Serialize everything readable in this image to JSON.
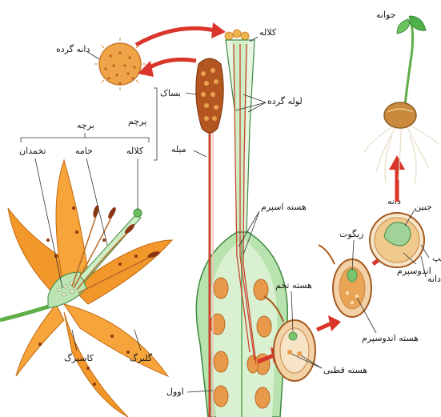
{
  "labels": {
    "pollen_grain": "دانه گرده",
    "stigma_top": "کلاله",
    "anther": "بساک",
    "pollen_tube": "لوله گرده",
    "stamen": "پرچم",
    "pistil": "برچه",
    "ovary": "تخمدان",
    "style": "خامه",
    "stigma": "کلاله",
    "filament": "میله",
    "sperm_nucleus": "هسته اسپرم",
    "egg_nucleus": "هسته تخم",
    "zygote": "زیگوت",
    "seed": "دانه",
    "embryo": "جنین",
    "cotyledon": "لپ",
    "seed_coat": "پوسته دانه",
    "endosperm": "اندوسپرم",
    "endosperm_nucleus": "هسته اندوسپرم",
    "polar_nuclei": "هسته قطبی",
    "ovule": "اوول",
    "sepal": "کاسبرگ",
    "petal": "گلبرگ",
    "seedling": "جوانه"
  },
  "colors": {
    "flower_orange": "#f2972a",
    "petal_light": "#f7b54a",
    "anther_brown": "#a8501f",
    "pollen_orange": "#e8a13a",
    "arrow_red": "#d9352a",
    "pistil_green": "#9fd39a",
    "pistil_outline": "#3c8a3f",
    "ovule_orange": "#e89a4a",
    "tube_red": "#c8452f",
    "seed_brown": "#c98a3e",
    "root_cream": "#f3ecdc",
    "leaf_green": "#4fb04a"
  }
}
